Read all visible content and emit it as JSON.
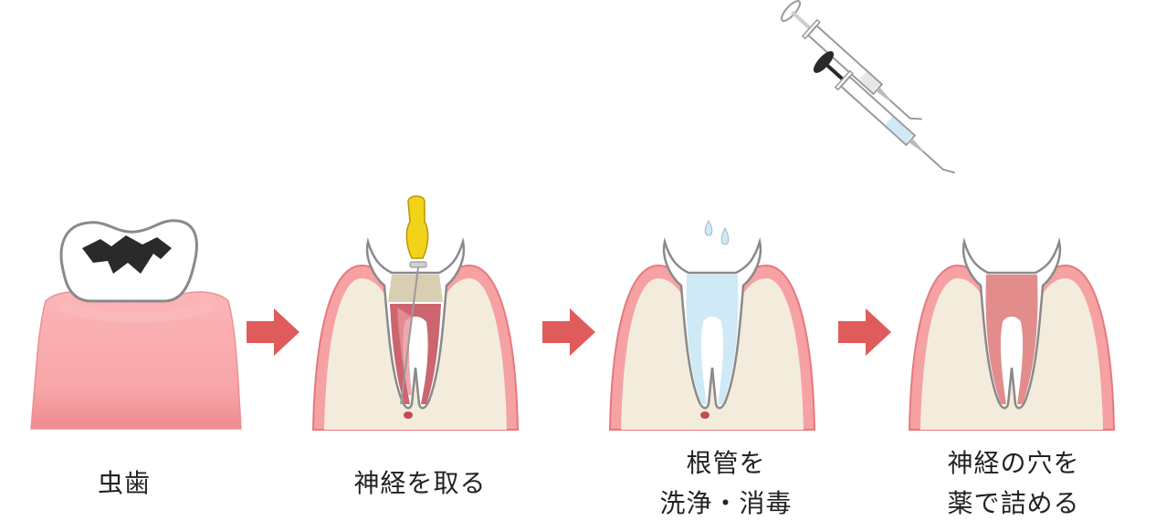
{
  "steps": [
    {
      "lines": [
        "虫歯"
      ]
    },
    {
      "lines": [
        "神経を取る"
      ]
    },
    {
      "lines": [
        "根管を",
        "洗浄・消毒"
      ]
    },
    {
      "lines": [
        "神経の穴を",
        "薬で詰める"
      ]
    }
  ],
  "colors": {
    "gum": "#f4a0a0",
    "gum_outline": "#e6797d",
    "bone": "#f3ecdc",
    "enamel": "#ffffff",
    "outline": "#8a8a8a",
    "decay": "#2a2a2a",
    "pulp": "#c44a55",
    "pulp_light": "#e7959a",
    "irrigation": "#cfe9f6",
    "filling": "#e28c8c",
    "gutta": "#d9cdb2",
    "file_handle": "#f3d21a",
    "arrow": "#e05c5c",
    "syringe": "#b9b9b9"
  },
  "icons": [
    "right-arrow-icon",
    "endodontic-file-icon",
    "syringe-icon",
    "drop-icon"
  ]
}
